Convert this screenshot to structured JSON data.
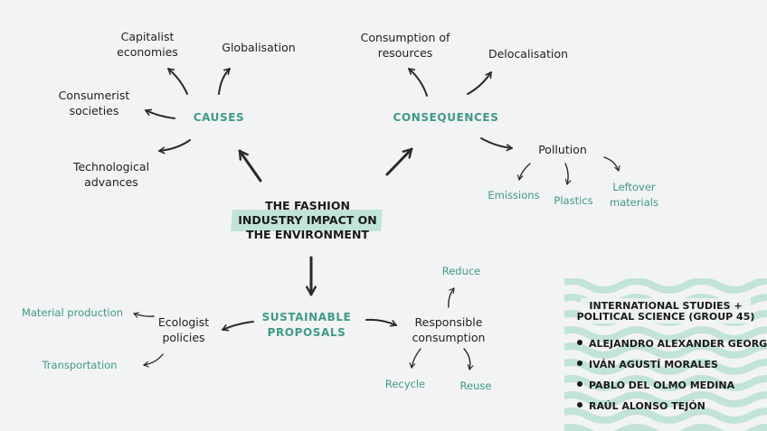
{
  "center": {
    "title": "THE FASHION INDUSTRY IMPACT ON THE ENVIRONMENT"
  },
  "causes": {
    "label": "CAUSES",
    "items": [
      "Capitalist economies",
      "Globalisation",
      "Consumerist societies",
      "Technological advances"
    ]
  },
  "consequences": {
    "label": "CONSEQUENCES",
    "items": [
      "Consumption of resources",
      "Delocalisation",
      "Pollution"
    ],
    "pollution": [
      "Emissions",
      "Plastics",
      "Leftover materials"
    ]
  },
  "proposals": {
    "label": "SUSTAINABLE PROPOSALS",
    "ecologist": {
      "label": "Ecologist policies",
      "items": [
        "Material production",
        "Transportation"
      ]
    },
    "responsible": {
      "label": "Responsible consumption",
      "items": [
        "Reduce",
        "Recycle",
        "Reuse"
      ]
    }
  },
  "authors": {
    "title": "INTERNATIONAL STUDIES + POLITICAL SCIENCE (GROUP 45)",
    "names": [
      "ALEJANDRO ALEXANDER GEORGIEV",
      "IVÁN AGUSTÍ MORALES",
      "PABLO DEL OLMO MEDINA",
      "RAÚL ALONSO TEJÓN"
    ]
  },
  "colors": {
    "background": "#f2f3f4",
    "accent": "#3f9a84",
    "wave": "#c2e3d8",
    "ink": "#1f1f1f"
  }
}
